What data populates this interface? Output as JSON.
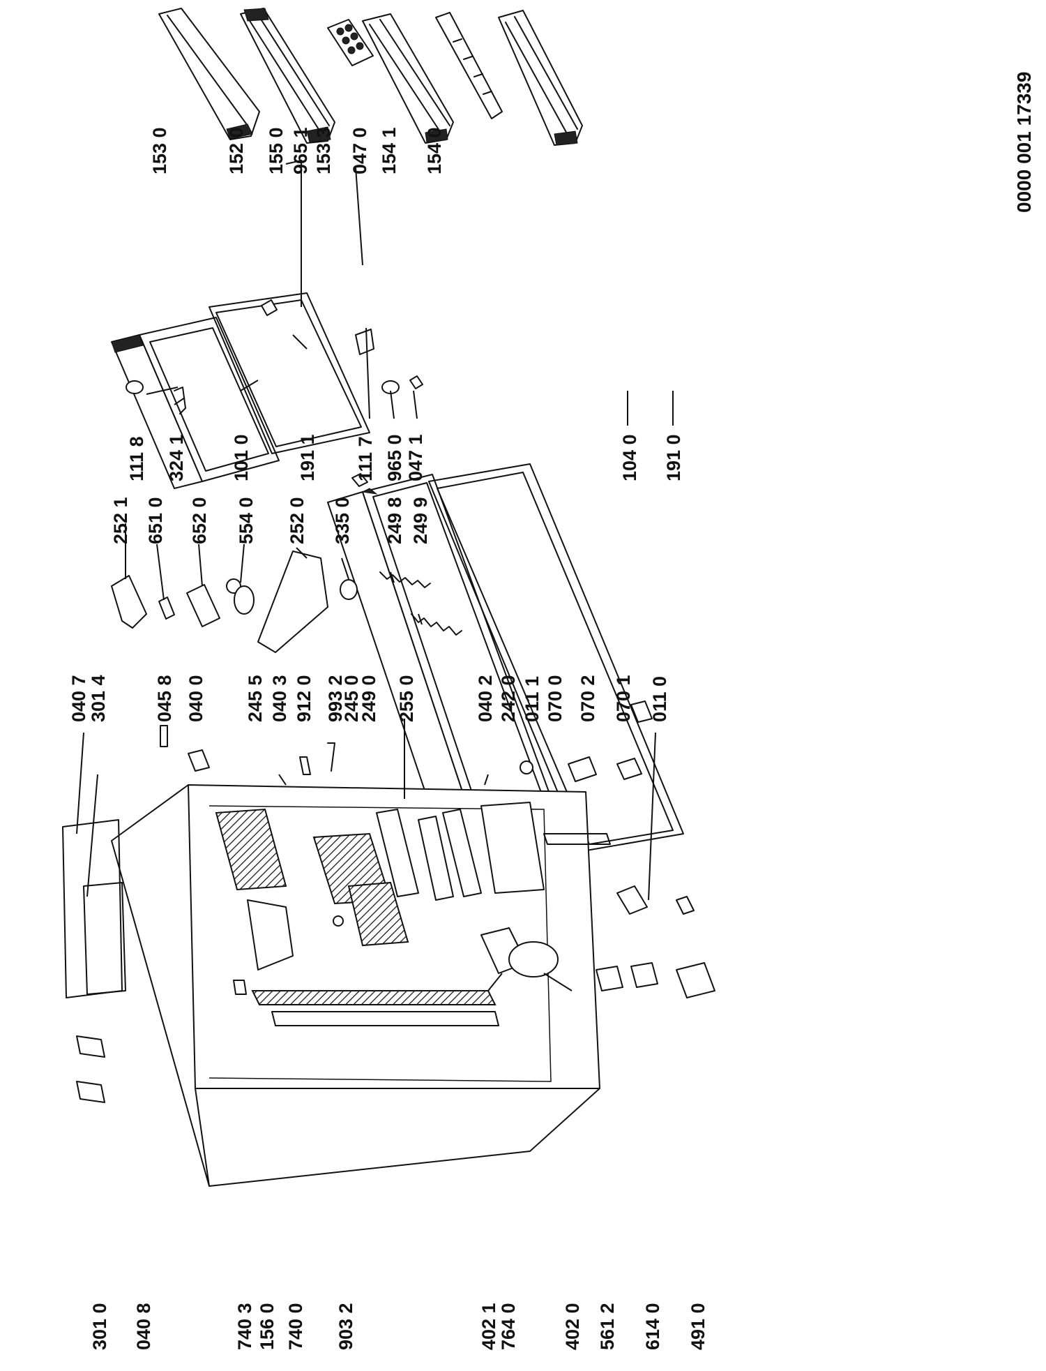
{
  "document_number": "0000 001 17339",
  "part_labels": {
    "p1530": "153 0",
    "p1520": "152 0",
    "p1550": "155 0",
    "p9651": "965 1",
    "p1533": "153 3",
    "p0470": "047 0",
    "p1541": "154 1",
    "p1540": "154 0",
    "p1118": "111 8",
    "p3241": "324 1",
    "p1010": "101 0",
    "p1911": "191 1",
    "p1117": "111 7",
    "p9650": "965 0",
    "p0471": "047 1",
    "p1040": "104 0",
    "p1910": "191 0",
    "p2521": "252 1",
    "p6510": "651 0",
    "p6520": "652 0",
    "p5540": "554 0",
    "p2520": "252 0",
    "p3350": "335 0",
    "p2498": "249 8",
    "p2499": "249 9",
    "p0407": "040 7",
    "p3014": "301 4",
    "p0458": "045 8",
    "p0400": "040 0",
    "p2455": "245 5",
    "p0403": "040 3",
    "p9120": "912 0",
    "p9932": "993 2",
    "p2450": "245 0",
    "p2490": "249 0",
    "p2550": "255 0",
    "p0402": "040 2",
    "p2420": "242 0",
    "p0111": "011 1",
    "p0700": "070 0",
    "p0702": "070 2",
    "p0701": "070 1",
    "p0110": "011 0",
    "p3010": "301 0",
    "p0408": "040 8",
    "p7403": "740 3",
    "p1560": "156 0",
    "p7400": "740 0",
    "p9032": "903 2",
    "p4021": "402 1",
    "p7640": "764 0",
    "p4020": "402 0",
    "p5612": "561 2",
    "p6140": "614 0",
    "p4910": "491 0"
  }
}
